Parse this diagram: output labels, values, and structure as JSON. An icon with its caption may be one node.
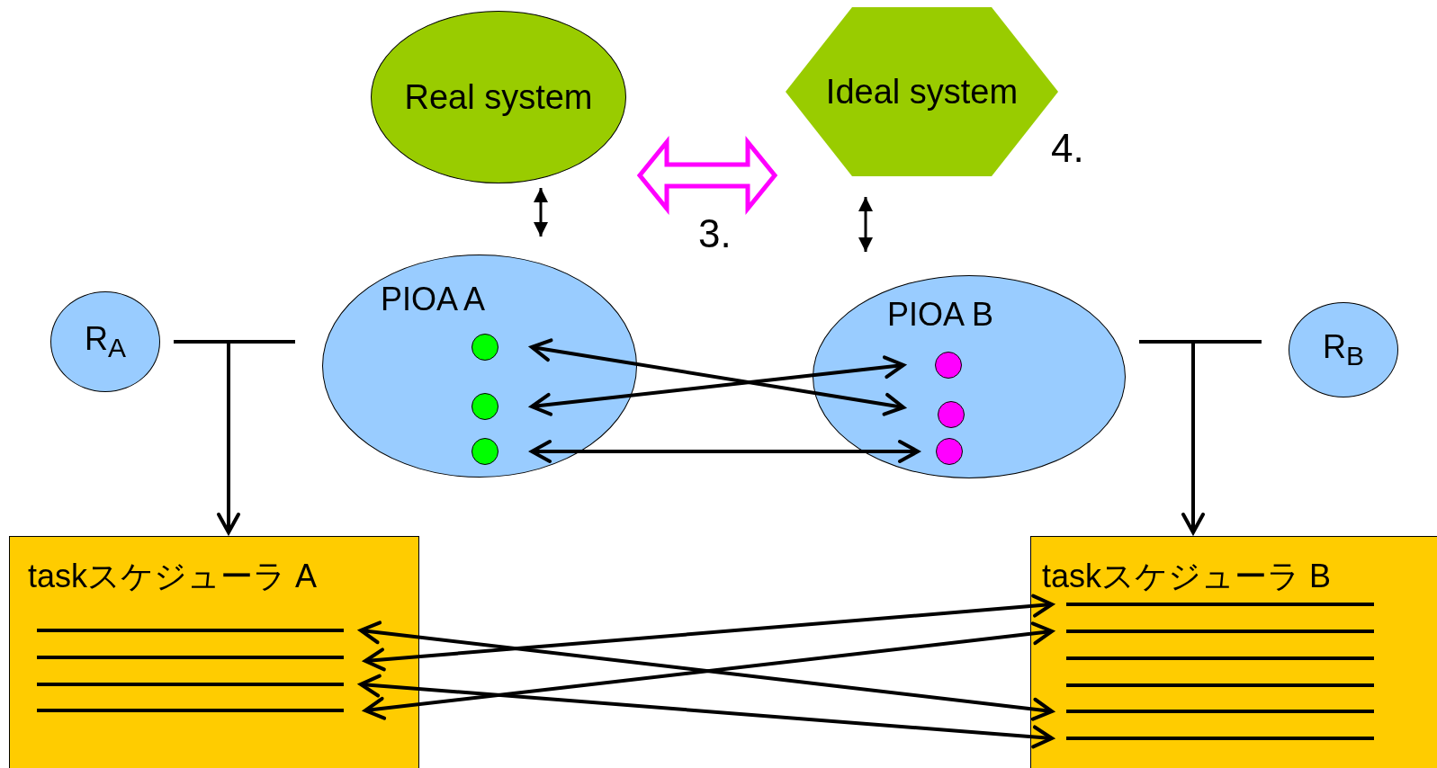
{
  "diagram": {
    "nodes": [
      {
        "text": [
          "Real system"
        ]
      },
      {
        "text": [
          "Ideal system"
        ]
      },
      {
        "text": [
          "R$_{A}$"
        ]
      },
      {
        "text": [
          "PIOA A"
        ]
      },
      {
        "text": [],
        "shape": "circle",
        "in": 3
      },
      {
        "text": [],
        "shape": "circle",
        "in": 3
      },
      {
        "text": [],
        "shape": "circle",
        "in": 3
      },
      {
        "text": [
          "PIOA B"
        ]
      },
      {
        "text": [],
        "shape": "circle",
        "in": 7
      },
      {
        "text": [],
        "shape": "circle",
        "in": 7
      },
      {
        "text": [],
        "shape": "circle",
        "in": 7
      },
      {
        "text": [
          "R$_{B}$"
        ]
      },
      {
        "text": [
          "taskスケジューラ A"
        ]
      },
      {
        "text": [],
        "shape": "bar",
        "in": 12
      },
      {
        "text": [],
        "shape": "bar",
        "in": 12
      },
      {
        "text": [],
        "shape": "bar",
        "in": 12
      },
      {
        "text": [],
        "shape": "bar",
        "in": 12
      },
      {
        "text": [
          "taskスケジューラ B"
        ]
      },
      {
        "text": [],
        "shape": "bar",
        "in": 17
      },
      {
        "text": [],
        "shape": "bar",
        "in": 17
      },
      {
        "text": [],
        "shape": "bar",
        "in": 17
      },
      {
        "text": [],
        "shape": "bar",
        "in": 17
      },
      {
        "text": [],
        "shape": "bar",
        "in": 17
      },
      {
        "text": [],
        "shape": "bar",
        "in": 17
      }
    ],
    "edges": [
      {
        "from": 0,
        "to": 3,
        "arrow": "both"
      },
      {
        "from": 1,
        "to": 7,
        "arrow": "both"
      },
      {
        "from": 0,
        "to": 1,
        "arrow": "both",
        "label": "3.",
        "style": "thick",
        "color": "#ff00ff"
      },
      {
        "from": 4,
        "to": 9,
        "arrow": "both"
      },
      {
        "from": 5,
        "to": 8,
        "arrow": "both"
      },
      {
        "from": 6,
        "to": 10,
        "arrow": "both"
      },
      {
        "from": 2,
        "to": 12,
        "arrow": "to"
      },
      {
        "from": 3,
        "to": 12,
        "arrow": "to"
      },
      {
        "from": 7,
        "to": 17,
        "arrow": "to"
      },
      {
        "from": 11,
        "to": 17,
        "arrow": "to"
      },
      {
        "from": 13,
        "to": 22,
        "arrow": "both"
      },
      {
        "from": 14,
        "to": 18,
        "arrow": "both"
      },
      {
        "from": 15,
        "to": 23,
        "arrow": "both"
      },
      {
        "from": 16,
        "to": 19,
        "arrow": "both"
      }
    ],
    "labels": [
      "4."
    ]
  }
}
